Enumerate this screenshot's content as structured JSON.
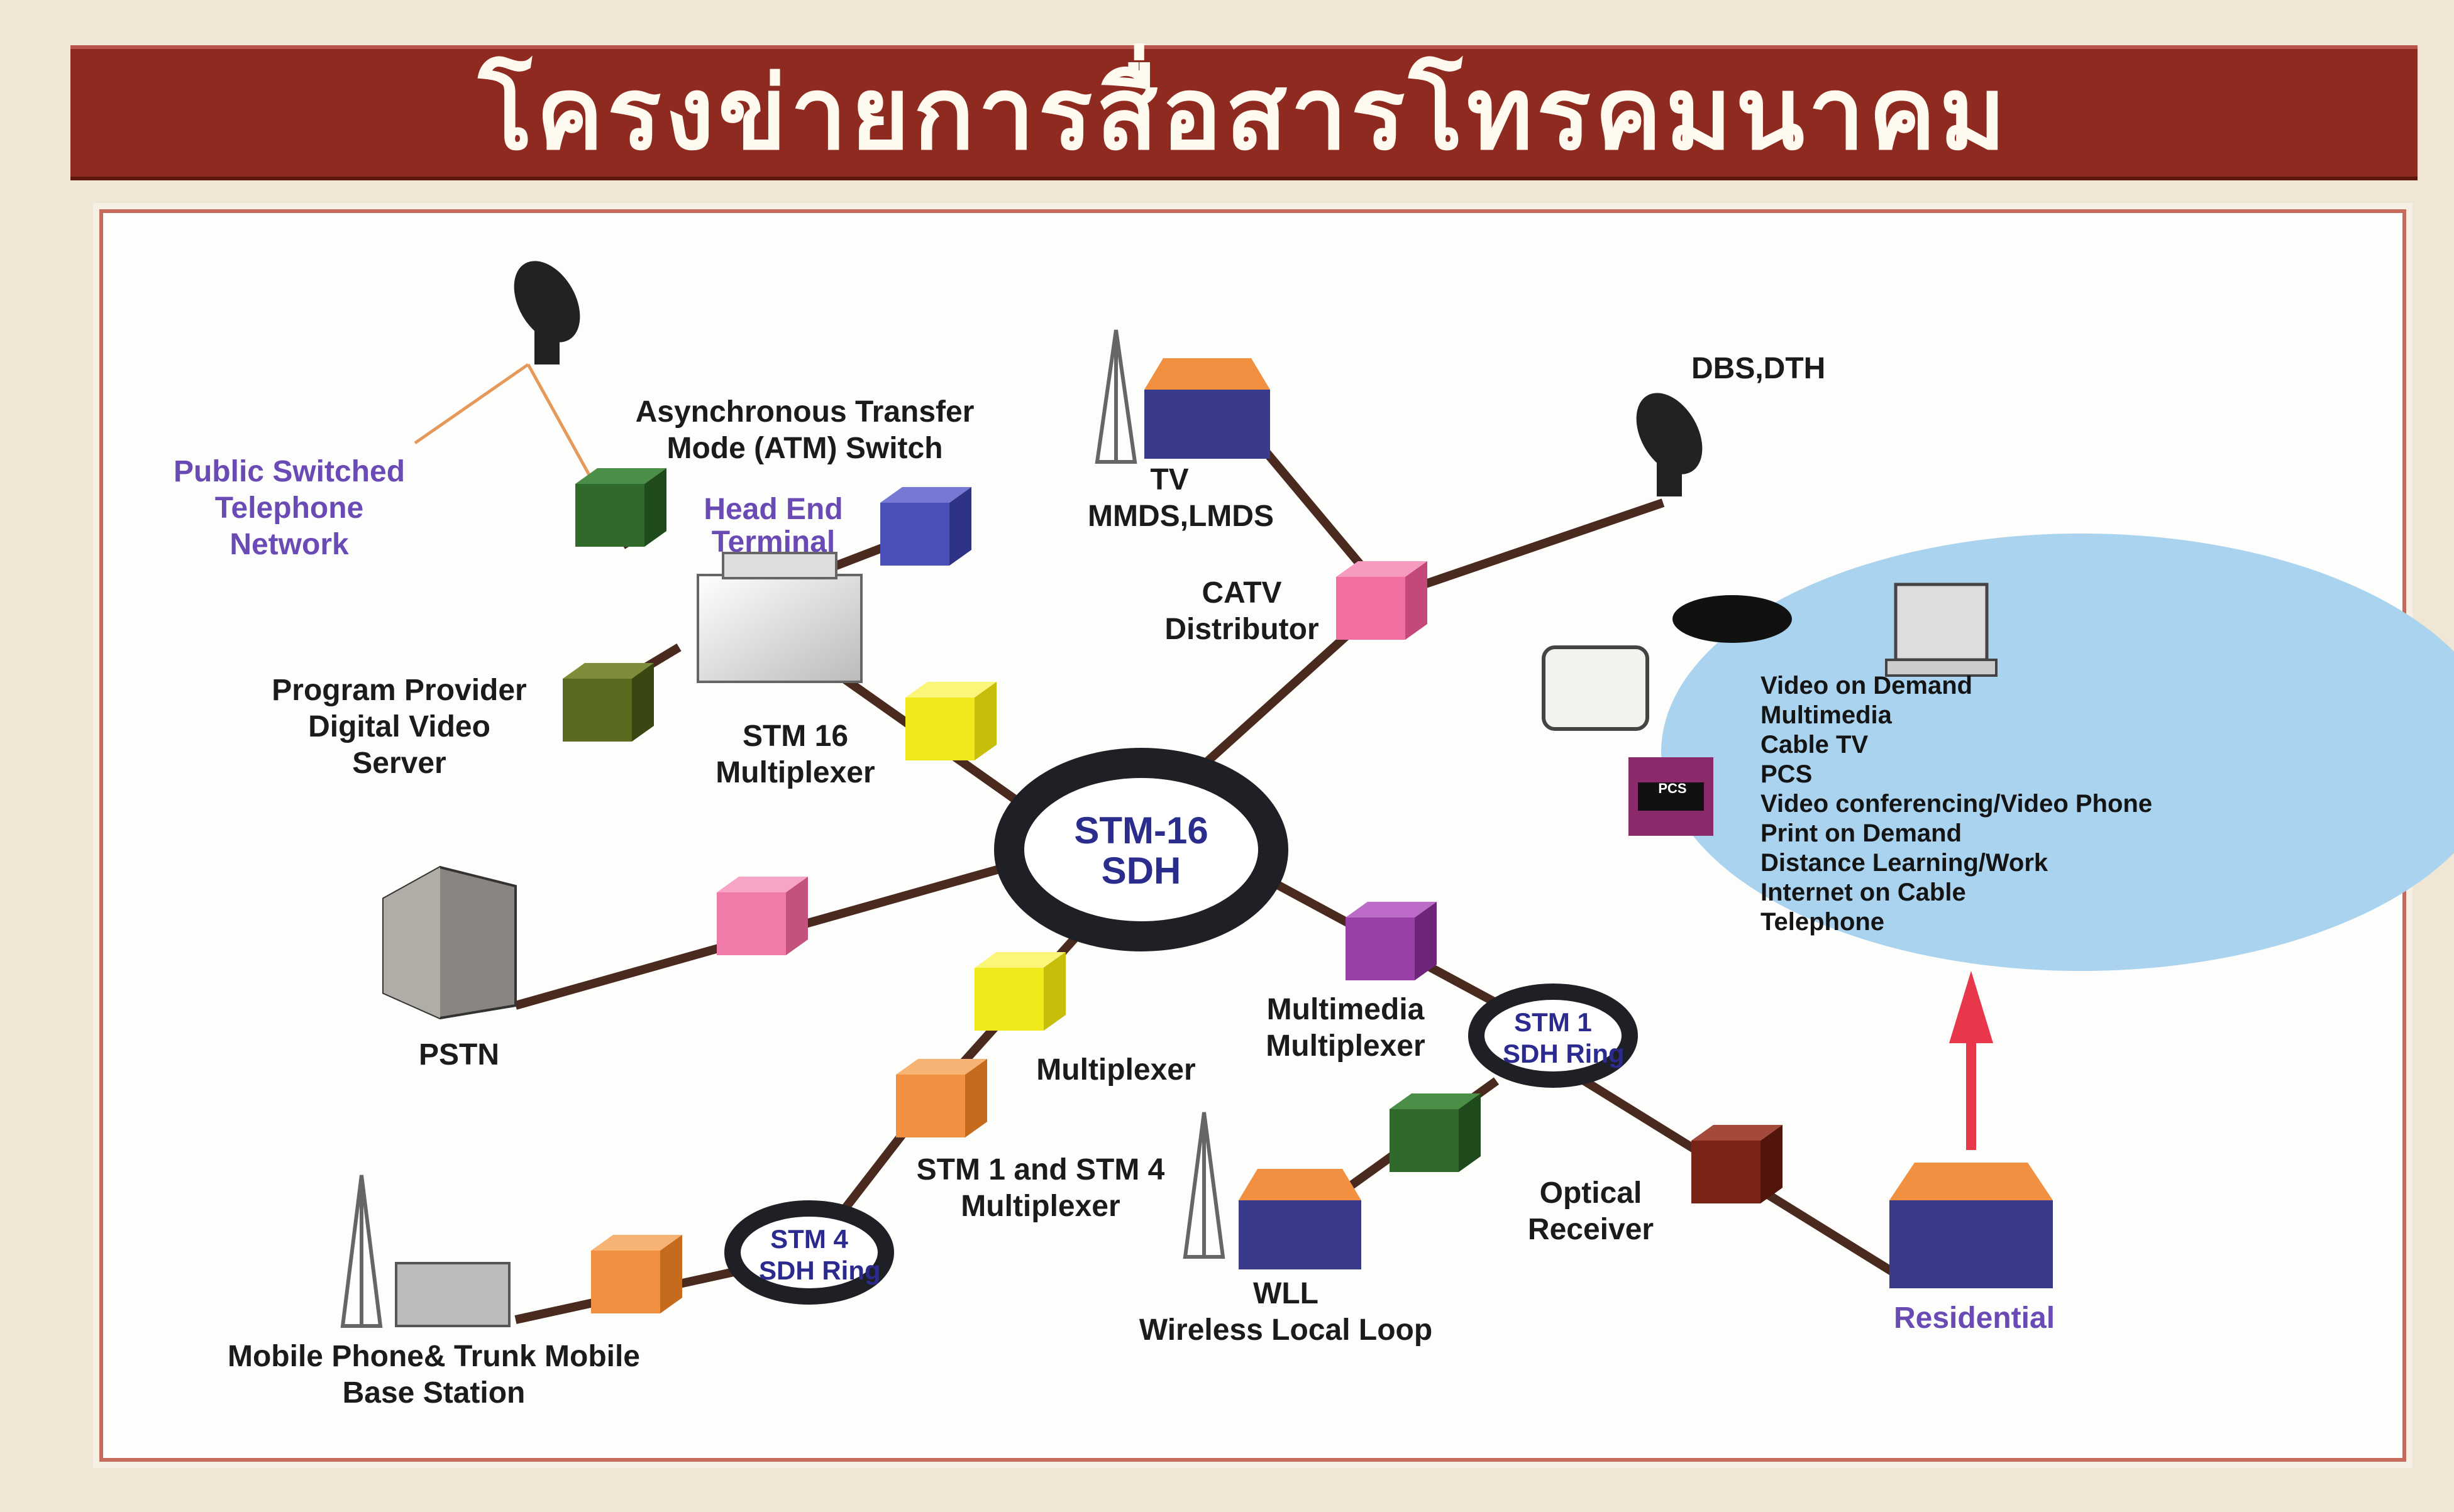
{
  "title": "โครงข่ายการสื่อสารโทรคมนาคม",
  "hub": {
    "line1": "STM-16",
    "line2": "SDH"
  },
  "labels": {
    "pstn_network": [
      "Public Switched",
      "Telephone",
      "Network"
    ],
    "atm_switch": [
      "Asynchronous Transfer",
      "Mode (ATM) Switch"
    ],
    "head_end": [
      "Head End",
      "Terminal"
    ],
    "tv": [
      "TV",
      "MMDS,LMDS"
    ],
    "dbs": "DBS,DTH",
    "catv": [
      "CATV",
      "Distributor"
    ],
    "program_provider": [
      "Program Provider",
      "Digital Video",
      "Server"
    ],
    "stm16_mux": [
      "STM 16",
      "Multiplexer"
    ],
    "pstn": "PSTN",
    "multiplexer": "Multiplexer",
    "multimedia_mux": [
      "Multimedia",
      "Multiplexer"
    ],
    "stm1_ring": [
      "STM 1",
      "SDH Ring"
    ],
    "stm4_ring": [
      "STM 4",
      "SDH Ring"
    ],
    "stm1_4_mux": [
      "STM 1 and STM 4",
      "Multiplexer"
    ],
    "optical_receiver": [
      "Optical",
      "Receiver"
    ],
    "wll": [
      "WLL",
      "Wireless Local Loop"
    ],
    "mobile": [
      "Mobile Phone& Trunk Mobile",
      "Base Station"
    ],
    "residential": "Residential"
  },
  "services": [
    "Video on Demand",
    "Multimedia",
    "Cable TV",
    "PCS",
    "Video conferencing/Video Phone",
    "Print on Demand",
    "Distance Learning/Work",
    "Internet on Cable",
    "Telephone"
  ],
  "device_label": "PCS",
  "colors": {
    "banner": "#8e2a1f",
    "hub_ring": "#1f1f26",
    "links": "#4a2a1f",
    "ellipse": "#a9d3ee",
    "label_purple": "#6a4bb5",
    "arrow": "#e8364a"
  }
}
